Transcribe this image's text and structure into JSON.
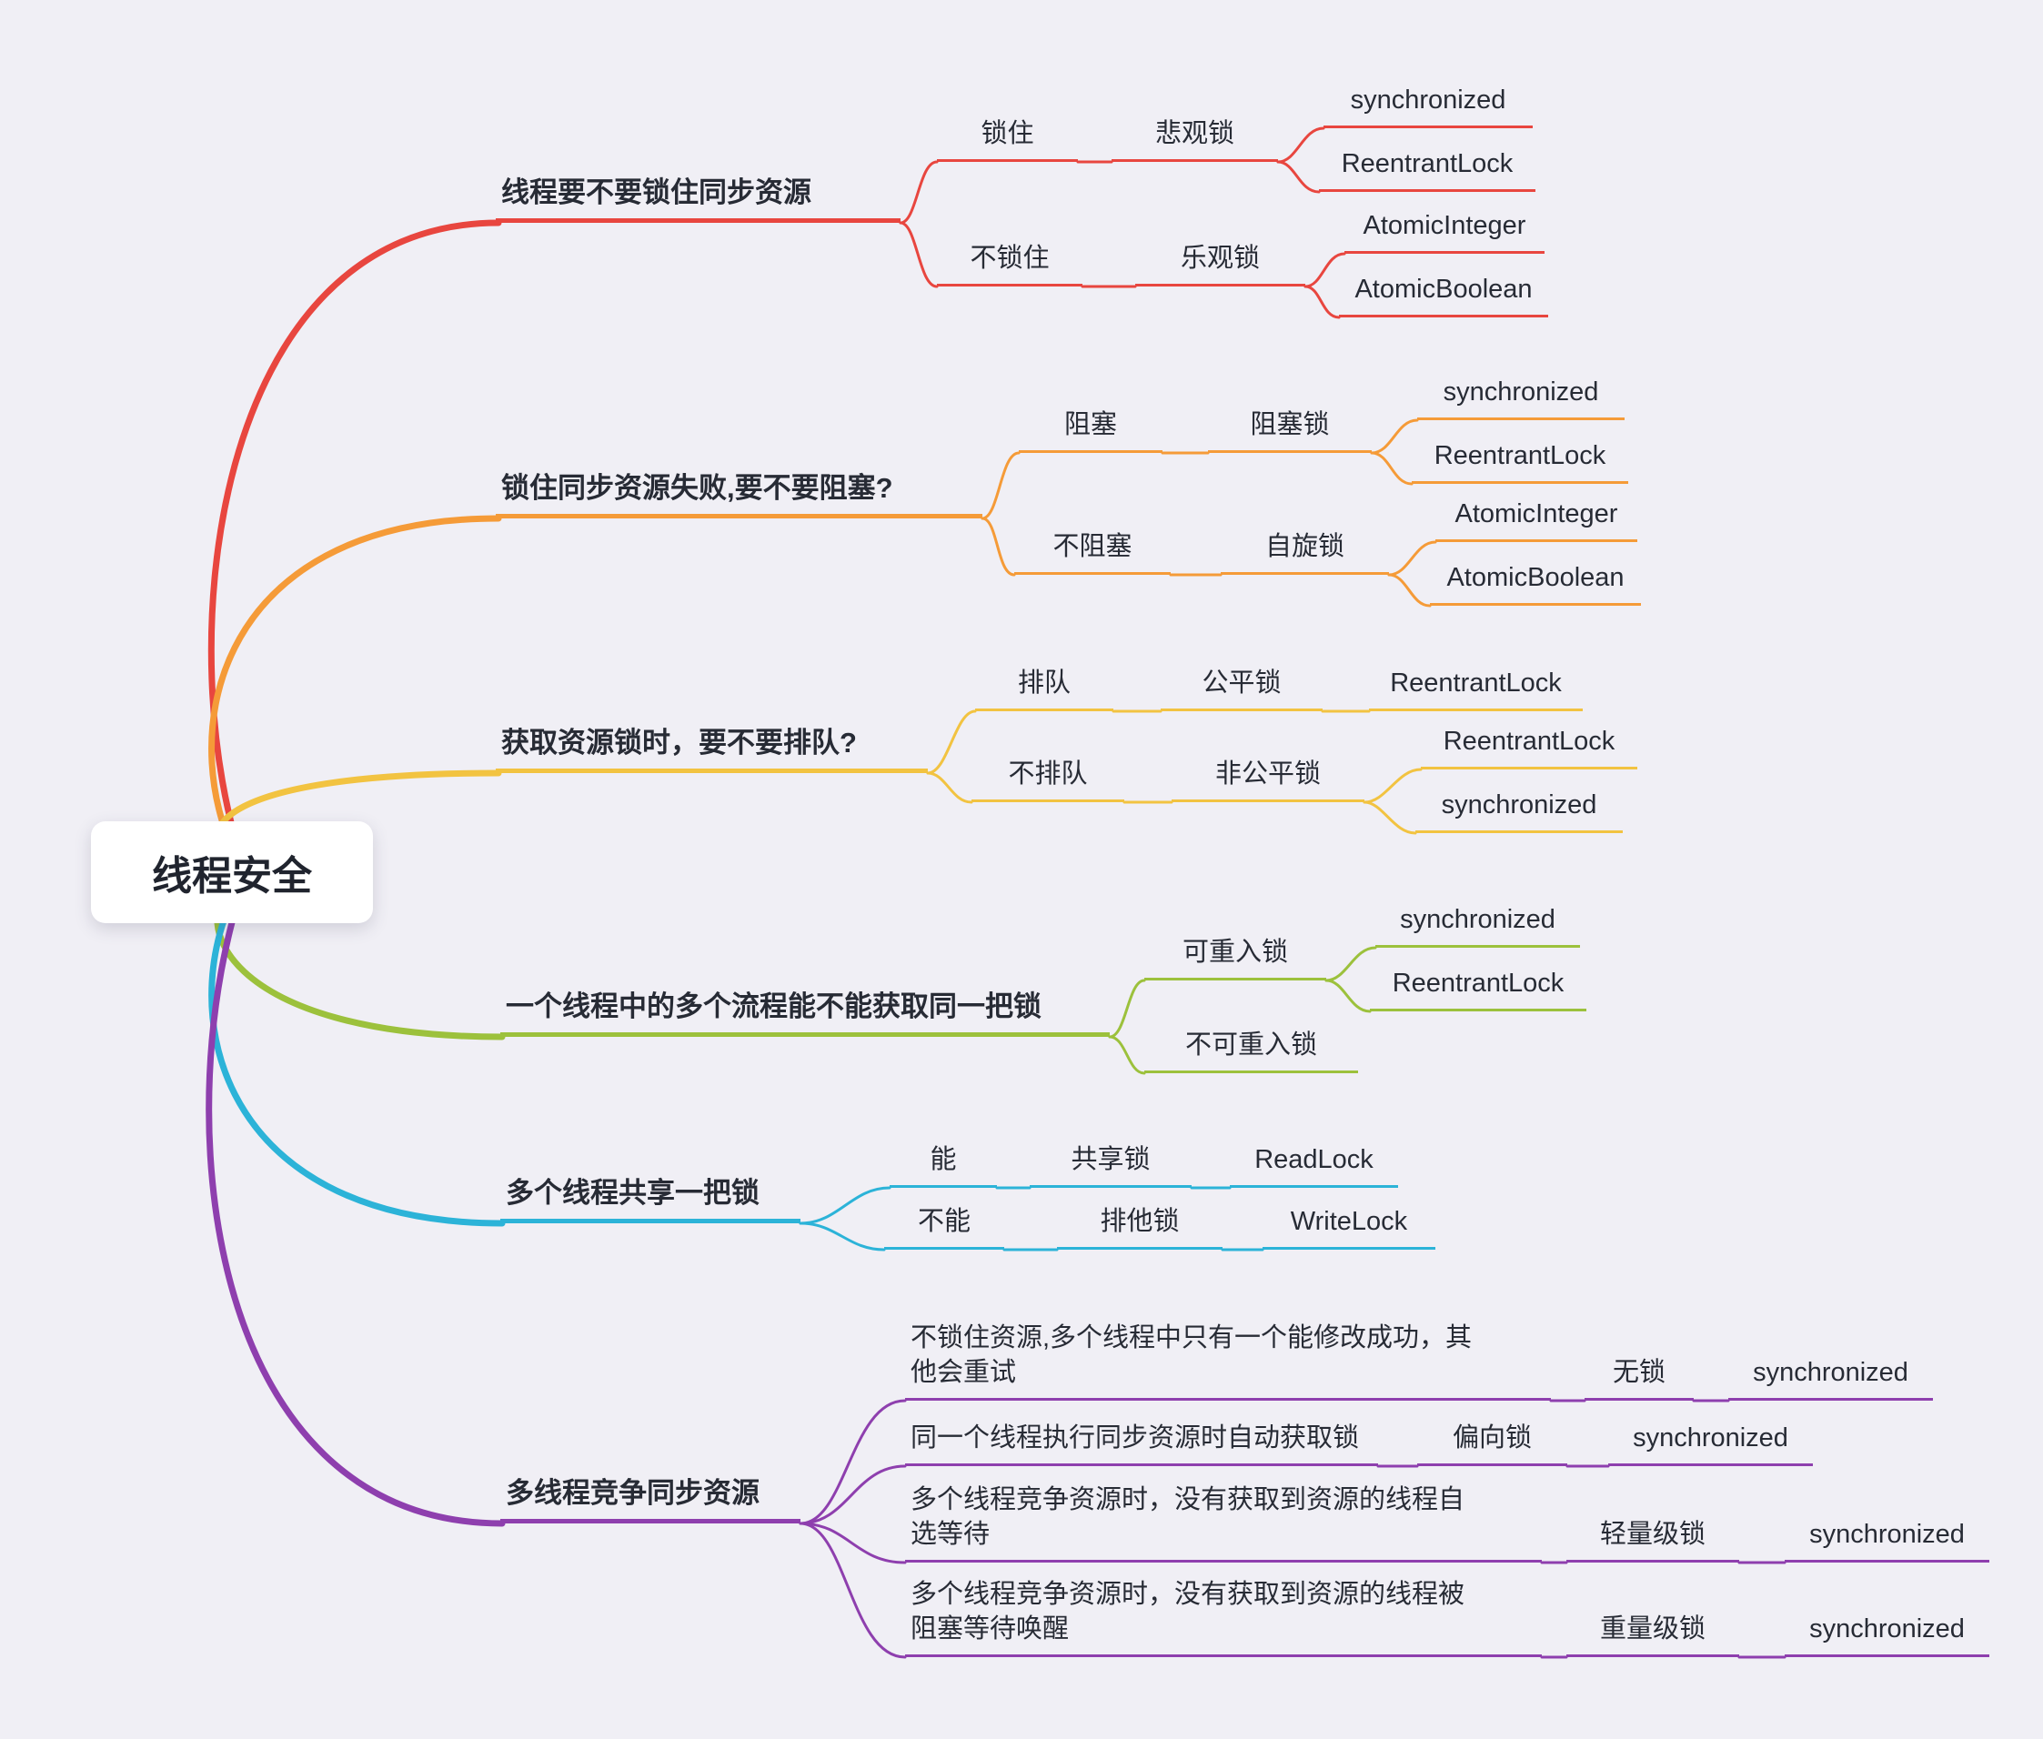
{
  "background": "#f0eff5",
  "root": {
    "label": "线程安全"
  },
  "palette": {
    "branch1": "#e8463f",
    "branch2": "#f59b38",
    "branch3": "#f2c341",
    "branch4": "#9cc13c",
    "branch5": "#2cb3d8",
    "branch6": "#8e3fae",
    "text": "#272b35",
    "background": "#f0eff5"
  },
  "branches": [
    {
      "title": "线程要不要锁住同步资源",
      "color": "#e8463f",
      "groups": [
        {
          "decision": "锁住",
          "lock": "悲观锁",
          "impls": [
            "synchronized",
            "ReentrantLock"
          ]
        },
        {
          "decision": "不锁住",
          "lock": "乐观锁",
          "impls": [
            "AtomicInteger",
            "AtomicBoolean"
          ]
        }
      ]
    },
    {
      "title": "锁住同步资源失败,要不要阻塞?",
      "color": "#f59b38",
      "groups": [
        {
          "decision": "阻塞",
          "lock": "阻塞锁",
          "impls": [
            "synchronized",
            "ReentrantLock"
          ]
        },
        {
          "decision": "不阻塞",
          "lock": "自旋锁",
          "impls": [
            "AtomicInteger",
            "AtomicBoolean"
          ]
        }
      ]
    },
    {
      "title": "获取资源锁时，要不要排队?",
      "color": "#f2c341",
      "groups": [
        {
          "decision": "排队",
          "lock": "公平锁",
          "impls": [
            "ReentrantLock"
          ]
        },
        {
          "decision": "不排队",
          "lock": "非公平锁",
          "impls": [
            "ReentrantLock",
            "synchronized"
          ]
        }
      ]
    },
    {
      "title": "一个线程中的多个流程能不能获取同一把锁",
      "color": "#9cc13c",
      "groups": [
        {
          "lock": "可重入锁",
          "impls": [
            "synchronized",
            "ReentrantLock"
          ]
        },
        {
          "lock": "不可重入锁",
          "impls": []
        }
      ]
    },
    {
      "title": "多个线程共享一把锁",
      "color": "#2cb3d8",
      "groups": [
        {
          "decision": "能",
          "lock": "共享锁",
          "impls": [
            "ReadLock"
          ]
        },
        {
          "decision": "不能",
          "lock": "排他锁",
          "impls": [
            "WriteLock"
          ]
        }
      ]
    },
    {
      "title": "多线程竞争同步资源",
      "color": "#8e3fae",
      "groups": [
        {
          "decision": "不锁住资源,多个线程中只有一个能修改成功，其他会重试",
          "lock": "无锁",
          "impls": [
            "synchronized"
          ]
        },
        {
          "decision": "同一个线程执行同步资源时自动获取锁",
          "lock": "偏向锁",
          "impls": [
            "synchronized"
          ]
        },
        {
          "decision": "多个线程竞争资源时，没有获取到资源的线程自选等待",
          "lock": "轻量级锁",
          "impls": [
            "synchronized"
          ]
        },
        {
          "decision": "多个线程竞争资源时，没有获取到资源的线程被阻塞等待唤醒",
          "lock": "重量级锁",
          "impls": [
            "synchronized"
          ]
        }
      ]
    }
  ]
}
